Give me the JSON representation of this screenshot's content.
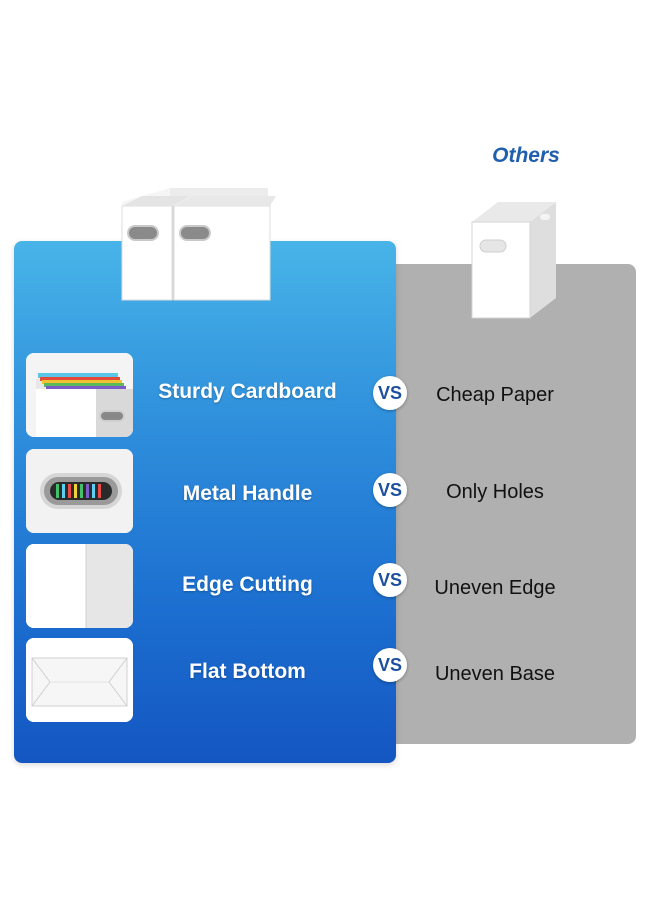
{
  "header": {
    "others_title": "Others"
  },
  "rows": [
    {
      "feature": "Sturdy Cardboard",
      "vs": "VS",
      "other": "Cheap Paper",
      "thumb_icon": "hanging-files-icon"
    },
    {
      "feature": "Metal Handle",
      "vs": "VS",
      "other": "Only Holes",
      "thumb_icon": "metal-handle-icon"
    },
    {
      "feature": "Edge Cutting",
      "vs": "VS",
      "other": "Uneven Edge",
      "thumb_icon": "box-edge-icon"
    },
    {
      "feature": "Flat Bottom",
      "vs": "VS",
      "other": "Uneven Base",
      "thumb_icon": "flat-bottom-icon"
    }
  ],
  "colors": {
    "ours_gradient_top": "#48b4e8",
    "ours_gradient_bottom": "#1456c2",
    "others_panel": "#b0b0b0",
    "others_title": "#1f5fae",
    "vs_text": "#1d4f9e"
  }
}
